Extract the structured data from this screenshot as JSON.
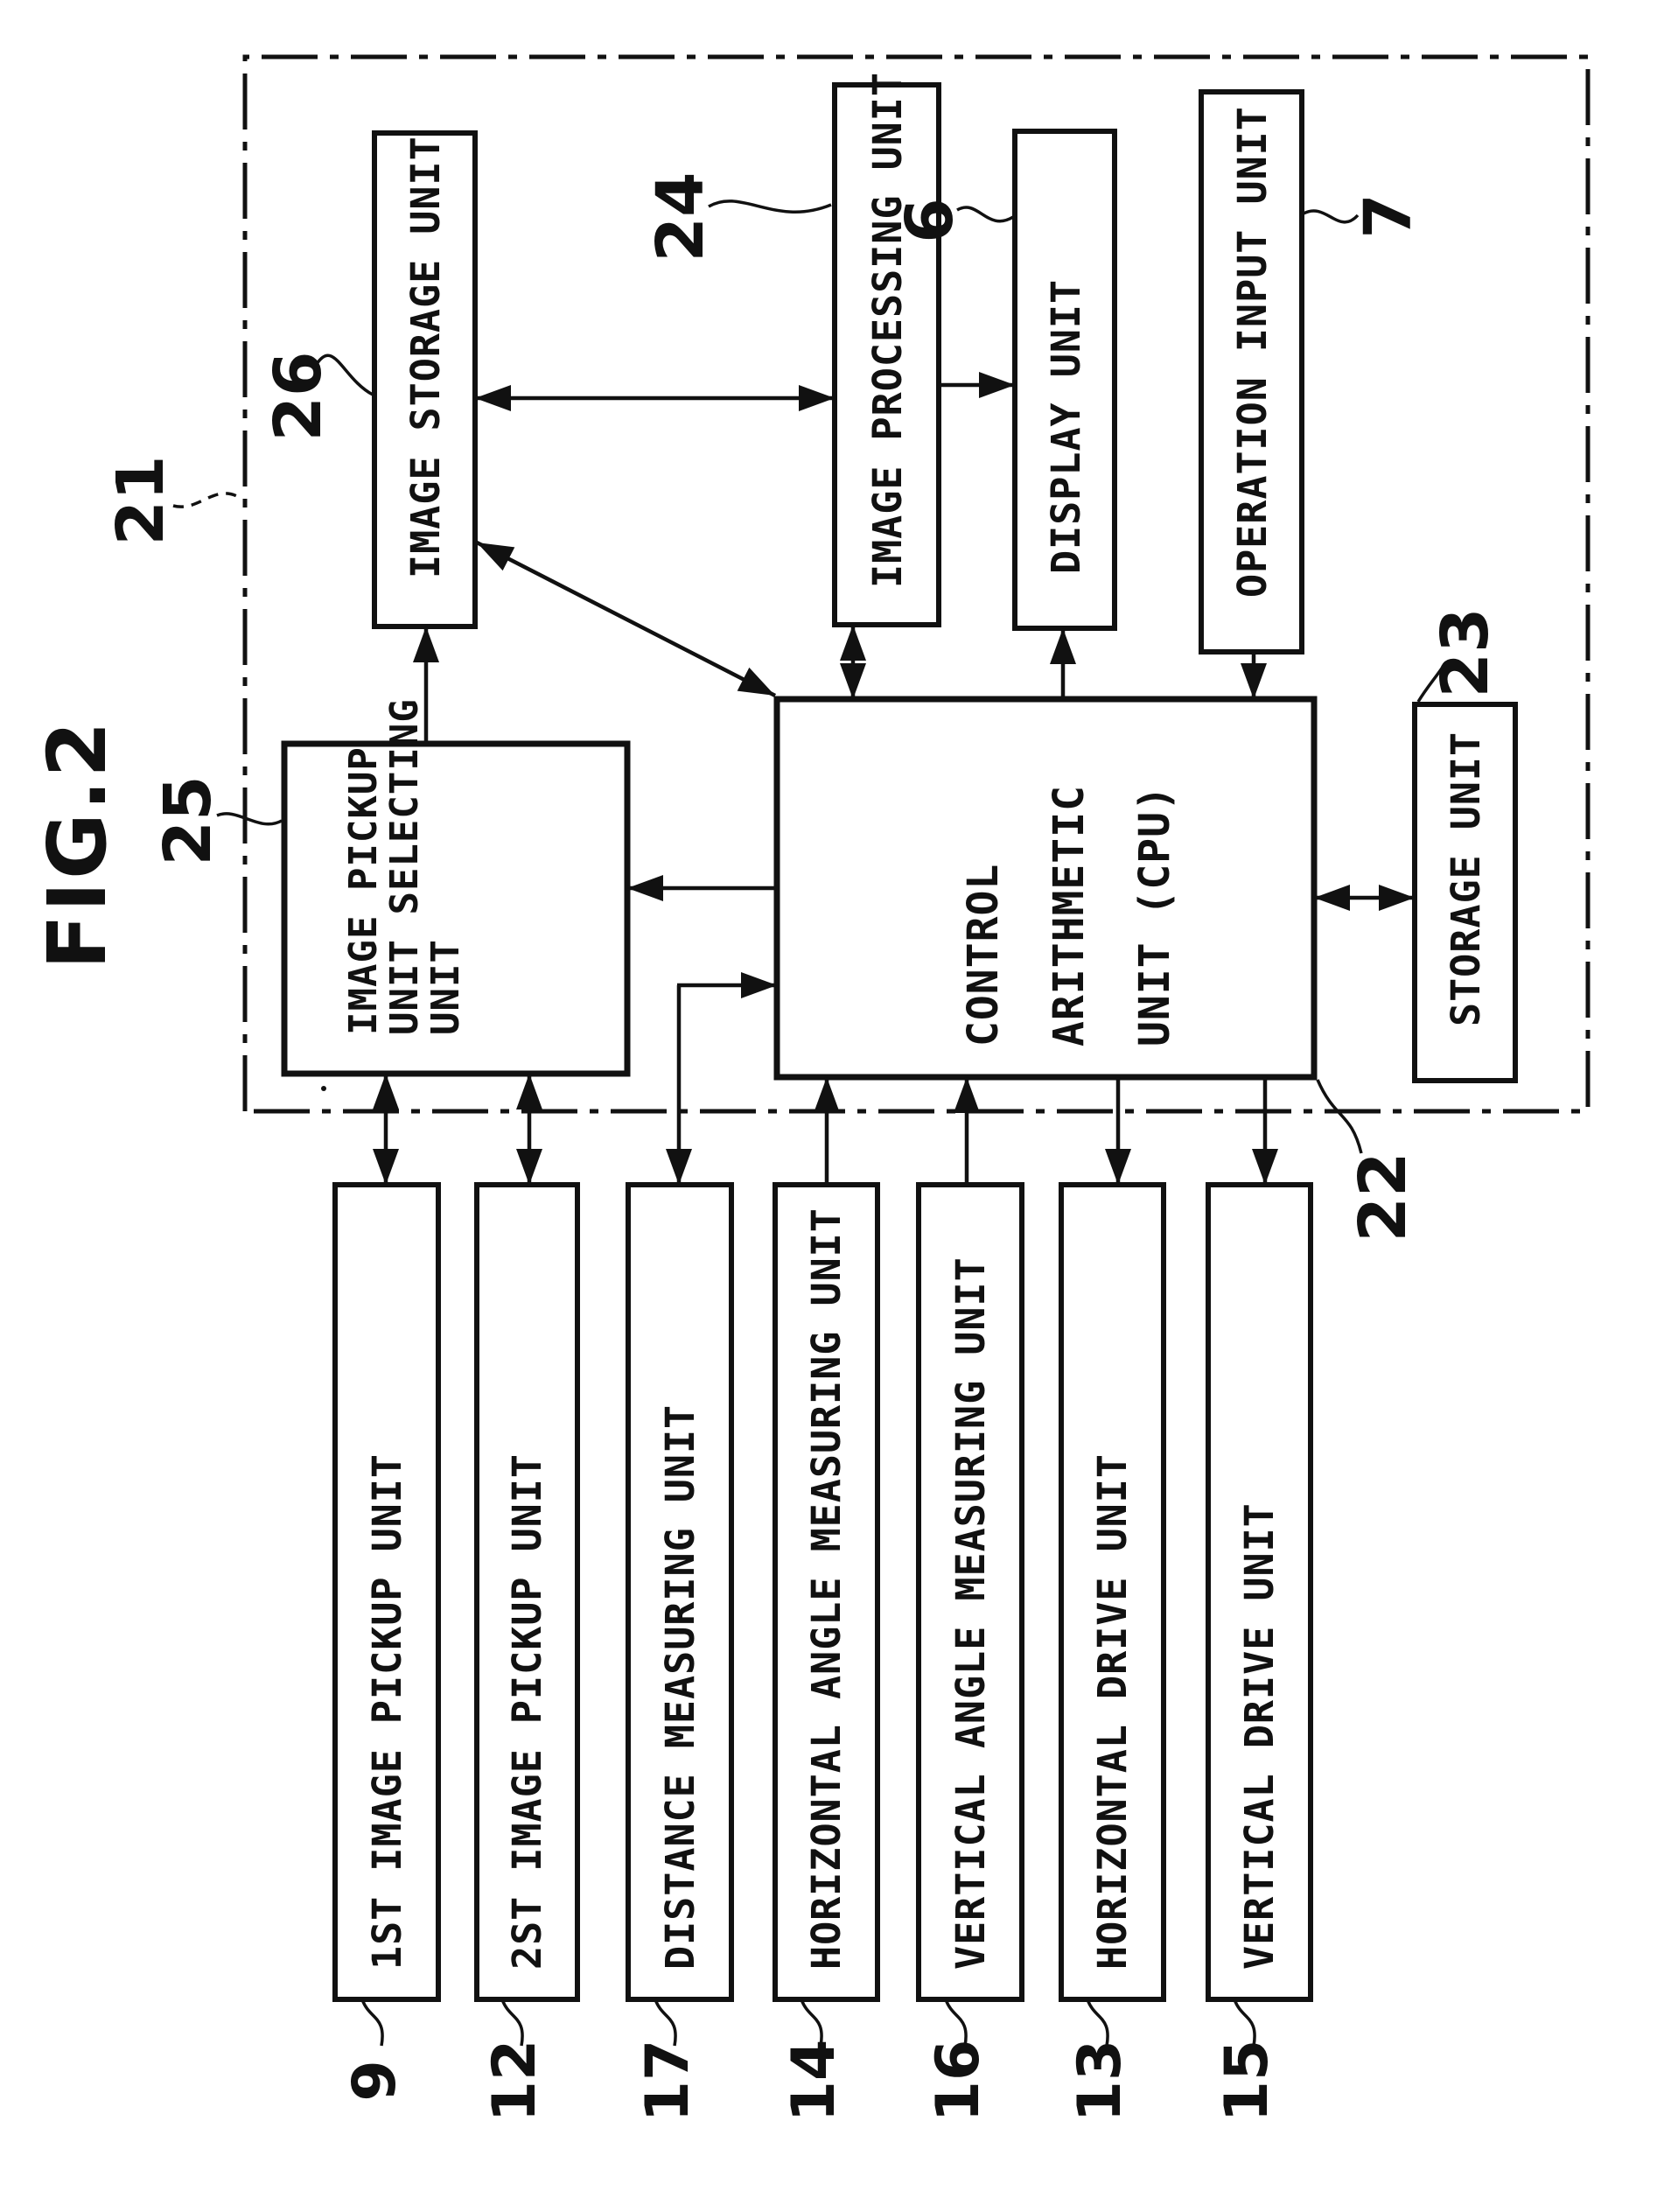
{
  "figure": {
    "label": "FIG.2"
  },
  "system_box": {
    "ref": "21"
  },
  "blocks": {
    "image_storage": {
      "label": "IMAGE STORAGE UNIT",
      "ref": "26"
    },
    "image_processing": {
      "label": "IMAGE PROCESSING UNIT",
      "ref": "24"
    },
    "display": {
      "label": "DISPLAY UNIT",
      "ref": "6"
    },
    "operation_input": {
      "label": "OPERATION INPUT UNIT",
      "ref": "7"
    },
    "pickup_selecting": {
      "line1": "IMAGE PICKUP",
      "line2": "UNIT SELECTING",
      "line3": "UNIT",
      "ref": "25"
    },
    "cpu": {
      "line1": "CONTROL",
      "line2": "ARITHMETIC",
      "line3": "UNIT (CPU)",
      "ref": "22"
    },
    "storage": {
      "label": "STORAGE UNIT",
      "ref": "23"
    },
    "pickup_1st": {
      "label": "1ST IMAGE PICKUP UNIT",
      "ref": "9"
    },
    "pickup_2st": {
      "label": "2ST IMAGE PICKUP UNIT",
      "ref": "12"
    },
    "distance": {
      "label": "DISTANCE MEASURING UNIT",
      "ref": "17"
    },
    "h_angle": {
      "label": "HORIZONTAL ANGLE MEASURING UNIT",
      "ref": "14"
    },
    "v_angle": {
      "label": "VERTICAL ANGLE MEASURING UNIT",
      "ref": "16"
    },
    "h_drive": {
      "label": "HORIZONTAL DRIVE UNIT",
      "ref": "13"
    },
    "v_drive": {
      "label": "VERTICAL DRIVE UNIT",
      "ref": "15"
    }
  },
  "connections": [
    {
      "from": "pickup_selecting",
      "to": "image_storage",
      "type": "single"
    },
    {
      "from": "image_storage",
      "to": "cpu",
      "type": "double-diagonal"
    },
    {
      "from": "image_storage",
      "to": "image_processing",
      "type": "double"
    },
    {
      "from": "cpu",
      "to": "image_processing",
      "type": "double"
    },
    {
      "from": "image_processing",
      "to": "display",
      "type": "single"
    },
    {
      "from": "cpu",
      "to": "display",
      "type": "single"
    },
    {
      "from": "operation_input",
      "to": "cpu",
      "type": "single"
    },
    {
      "from": "cpu",
      "to": "pickup_selecting",
      "type": "single"
    },
    {
      "from": "cpu",
      "to": "storage",
      "type": "double"
    },
    {
      "from": "pickup_selecting",
      "to": "pickup_1st",
      "type": "double"
    },
    {
      "from": "pickup_selecting",
      "to": "pickup_2st",
      "type": "double"
    },
    {
      "from": "distance",
      "to": "cpu",
      "type": "double-elbow"
    },
    {
      "from": "h_angle",
      "to": "cpu",
      "type": "single"
    },
    {
      "from": "v_angle",
      "to": "cpu",
      "type": "single"
    },
    {
      "from": "cpu",
      "to": "h_drive",
      "type": "single"
    },
    {
      "from": "cpu",
      "to": "v_drive",
      "type": "single"
    }
  ]
}
